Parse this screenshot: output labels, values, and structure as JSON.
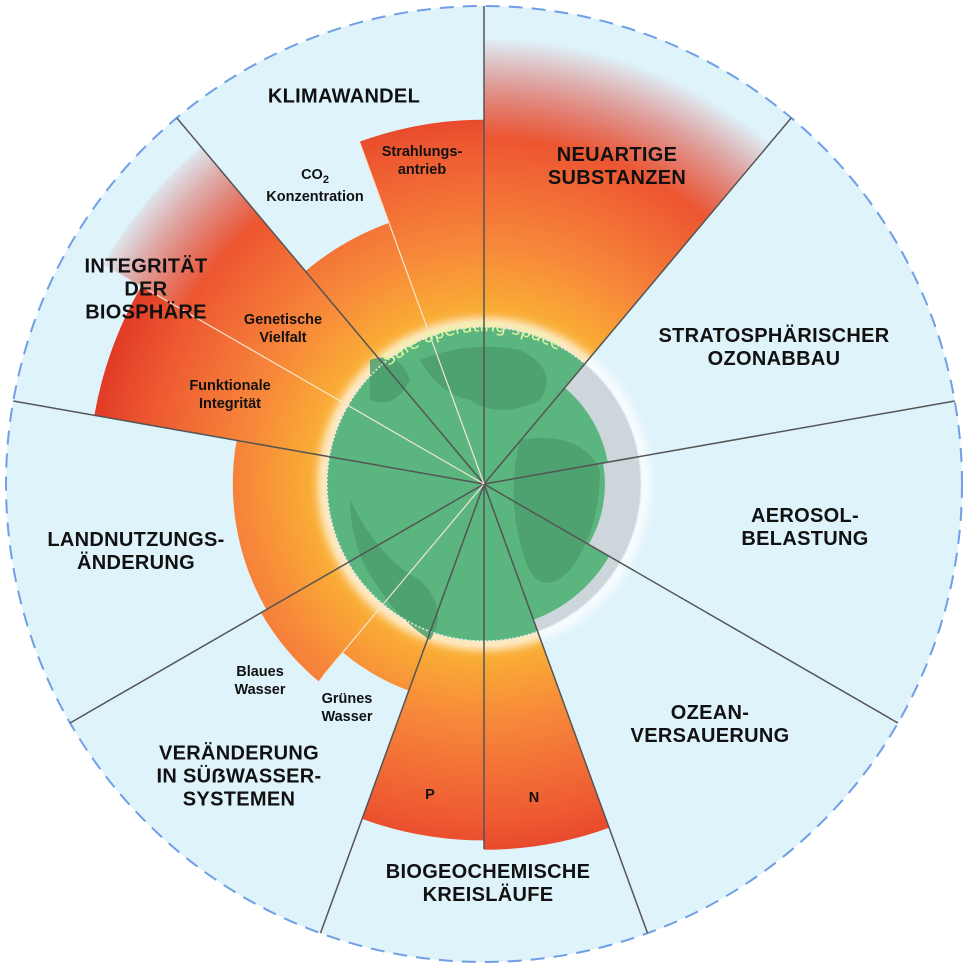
{
  "title": "Planetare Grenzen",
  "safe_label": "Safe operating space",
  "colors": {
    "background": "#dff3fb",
    "border": "#6f9fe6",
    "earth": "#5ab57f",
    "land": "#4c9f6d",
    "grey": "#cdd6db",
    "divider": "#555555"
  },
  "boundaries": [
    {
      "name": "NEUARTIGE SUBSTANZEN",
      "lines": [
        "NEUARTIGE",
        "SUBSTANZEN"
      ],
      "status": "overshoot-unquantified",
      "level": 2.9
    },
    {
      "name": "STRATOSPHÄRISCHER OZONABBAU",
      "lines": [
        "STRATOSPHÄRISCHER",
        "OZONABBAU"
      ],
      "status": "safe",
      "level": 0.8
    },
    {
      "name": "AEROSOL-BELASTUNG",
      "lines": [
        "AEROSOL-",
        "BELASTUNG"
      ],
      "status": "safe",
      "level": 0.77
    },
    {
      "name": "OZEAN-VERSAUERUNG",
      "lines": [
        "OZEAN-",
        "VERSAUERUNG"
      ],
      "status": "safe",
      "level": 0.92
    },
    {
      "name": "BIOGEOCHEMISCHE KREISLÄUFE",
      "lines": [
        "BIOGEOCHEMISCHE",
        "KREISLÄUFE"
      ],
      "sub": [
        {
          "label": "N",
          "level": 2.33
        },
        {
          "label": "P",
          "level": 2.27
        }
      ]
    },
    {
      "name": "VERÄNDERUNG IN SÜẞWASSERSYSTEMEN",
      "lines": [
        "VERÄNDERUNG",
        "IN SÜẞWASSER-",
        "SYSTEMEN"
      ],
      "sub": [
        {
          "label": [
            "Grünes",
            "Wasser"
          ],
          "level": 1.4
        },
        {
          "label": [
            "Blaues",
            "Wasser"
          ],
          "level": 1.64
        }
      ]
    },
    {
      "name": "LANDNUTZUNGS-ÄNDERUNG",
      "lines": [
        "LANDNUTZUNGS-",
        "ÄNDERUNG"
      ],
      "level": 1.6
    },
    {
      "name": "INTEGRITÄT DER BIOSPHÄRE",
      "lines": [
        "INTEGRITÄT",
        "DER",
        "BIOSPHÄRE"
      ],
      "sub": [
        {
          "label": [
            "Funktionale",
            "Integrität"
          ],
          "level": 2.52
        },
        {
          "label": [
            "Genetische",
            "Vielfalt"
          ],
          "level": 2.8
        }
      ]
    },
    {
      "name": "KLIMAWANDEL",
      "lines": [
        "KLIMAWANDEL"
      ],
      "sub": [
        {
          "label": [
            "CO",
            "2",
            "Konzentration"
          ],
          "level": 1.77
        },
        {
          "label": [
            "Strahlungs-",
            "antrieb"
          ],
          "level": 2.32
        }
      ]
    }
  ]
}
